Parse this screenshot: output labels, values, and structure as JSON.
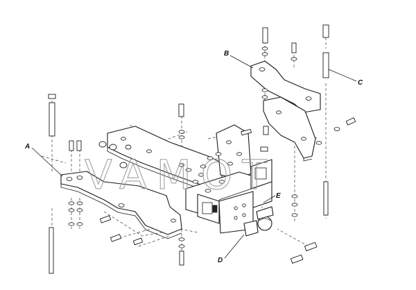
{
  "callouts": {
    "a": "A",
    "b": "B",
    "c": "C",
    "d": "D",
    "e": "E"
  },
  "watermark": "VAMOT"
}
